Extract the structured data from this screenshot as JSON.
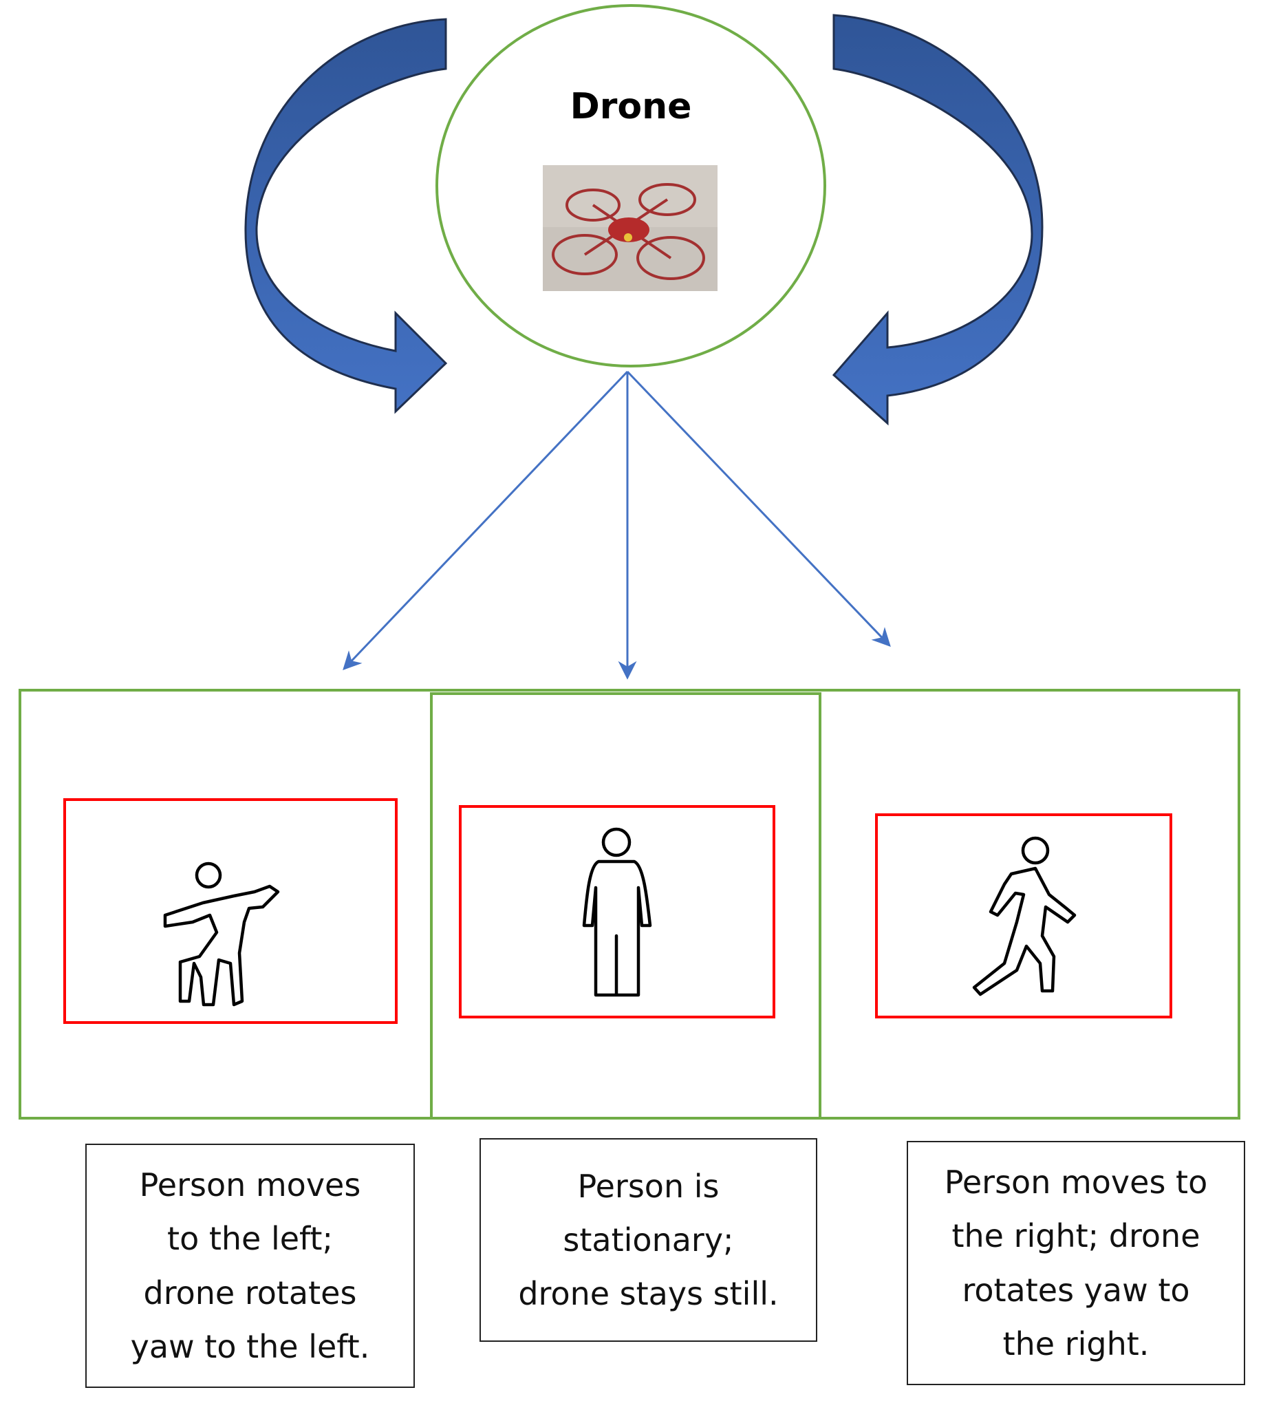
{
  "drone": {
    "title": "Drone"
  },
  "scenarios": [
    {
      "icon": "dancing-person-icon",
      "caption_lines": [
        "Person moves",
        "to the left;",
        "drone rotates",
        "yaw to the left."
      ]
    },
    {
      "icon": "standing-person-icon",
      "caption_lines": [
        "Person is",
        "stationary;",
        "drone stays still."
      ]
    },
    {
      "icon": "walking-person-icon",
      "caption_lines": [
        "Person moves to",
        "the right; drone",
        "rotates yaw to",
        "the right."
      ]
    }
  ],
  "colors": {
    "curved_arrow_fill": "#4472C4",
    "curved_arrow_dark": "#2F5597",
    "curved_arrow_outline": "#1F2F4F",
    "line_arrow": "#4472C4",
    "frame_green": "#70AD47",
    "frame_red": "#FF0000"
  }
}
